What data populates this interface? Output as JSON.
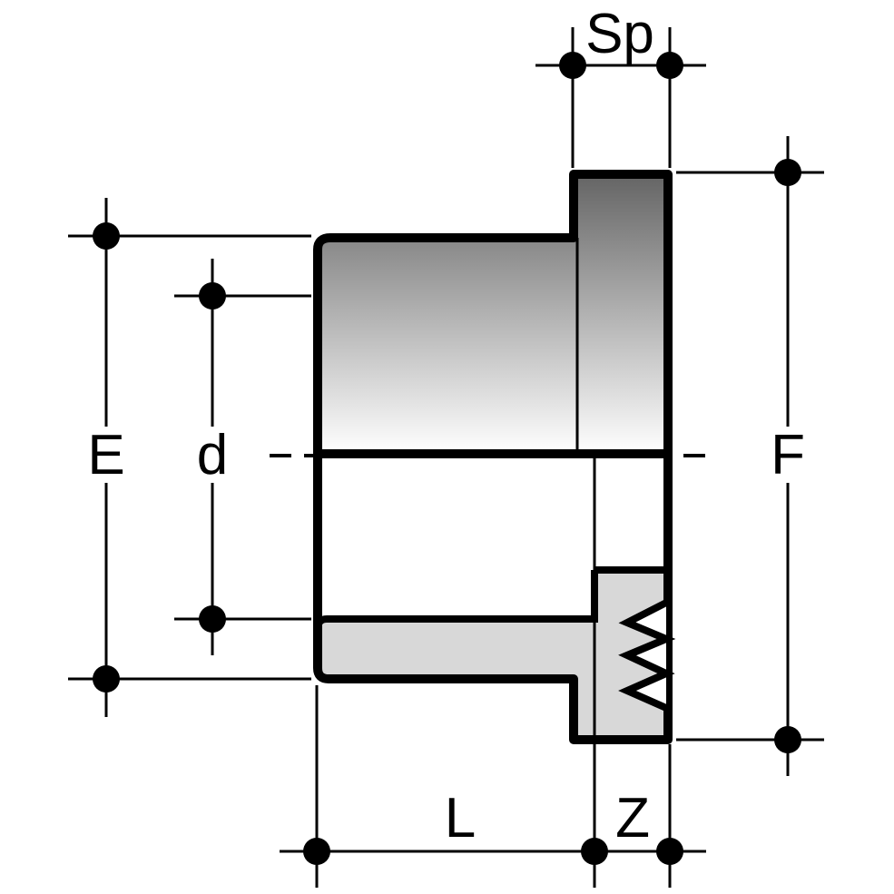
{
  "labels": {
    "sp": "Sp",
    "f": "F",
    "e": "E",
    "d": "d",
    "l": "L",
    "z": "Z"
  },
  "colors": {
    "line": "#000000",
    "gradient_top": "#646464",
    "gradient_bottom": "#ffffff",
    "section_fill": "#d8d8d8"
  }
}
